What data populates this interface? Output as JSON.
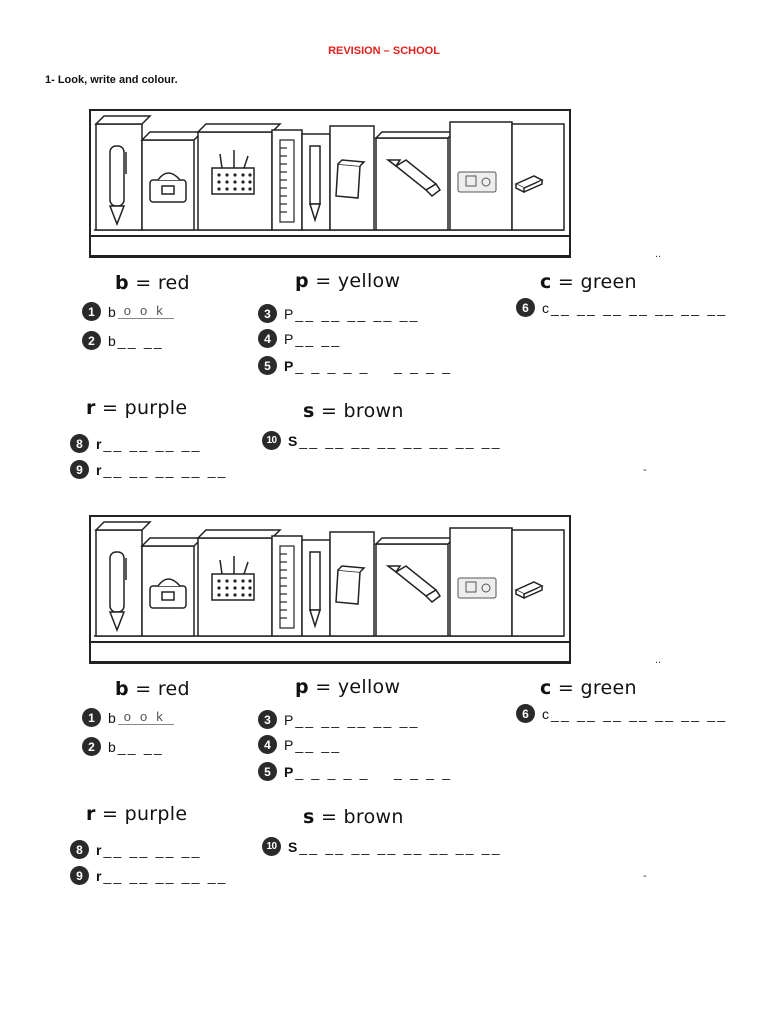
{
  "title": "REVISION – SCHOOL",
  "instruction": "1- Look, write and colour.",
  "keys": [
    {
      "letter": "b",
      "equals": "=",
      "color": "red"
    },
    {
      "letter": "p",
      "equals": "=",
      "color": "yellow"
    },
    {
      "letter": "c",
      "equals": "=",
      "color": "green"
    },
    {
      "letter": "r",
      "equals": "=",
      "color": "purple"
    },
    {
      "letter": "s",
      "equals": "=",
      "color": "brown"
    }
  ],
  "items": [
    {
      "num": "1",
      "letter": "b",
      "answer": "ook",
      "blanks": ""
    },
    {
      "num": "2",
      "letter": "b",
      "blanks": "__ __"
    },
    {
      "num": "3",
      "letter": "P",
      "blanks": "__ __ __ __ __"
    },
    {
      "num": "4",
      "letter": "P",
      "blanks": "__ __"
    },
    {
      "num": "5",
      "letter": "P",
      "blanks": "_ _ _ _ _    _ _ _ _"
    },
    {
      "num": "6",
      "letter": "c",
      "blanks": "__ __ __ __ __ __ __"
    },
    {
      "num": "8",
      "letter": "r",
      "blanks": "__ __ __ __"
    },
    {
      "num": "9",
      "letter": "r",
      "blanks": "__ __ __ __ __"
    },
    {
      "num": "10",
      "letter": "S",
      "blanks": "__ __ __ __ __ __ __ __"
    }
  ],
  "marks": {
    "top_dots": "..",
    "dash": "-"
  },
  "icons": [
    "pen-icon",
    "bag-icon",
    "pencil-case-icon",
    "ruler-icon",
    "pencil-icon",
    "notebook-icon",
    "glue-icon",
    "sharpener-icon",
    "eraser-icon"
  ]
}
